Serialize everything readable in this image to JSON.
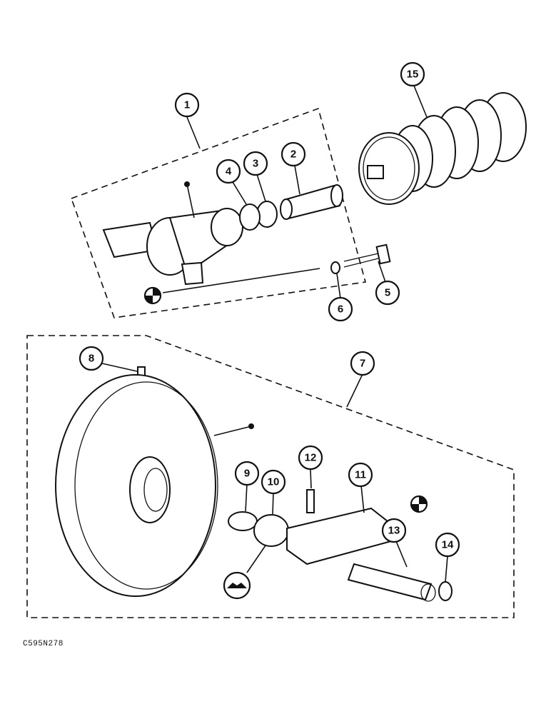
{
  "callouts": {
    "c1": "1",
    "c2": "2",
    "c3": "3",
    "c4": "4",
    "c5": "5",
    "c6": "6",
    "c7": "7",
    "c8": "8",
    "c9": "9",
    "c10": "10",
    "c11": "11",
    "c12": "12",
    "c13": "13",
    "c14": "14",
    "c15": "15"
  },
  "reference_code": "C595N278",
  "colors": {
    "ink": "#111111",
    "paper": "#ffffff"
  }
}
